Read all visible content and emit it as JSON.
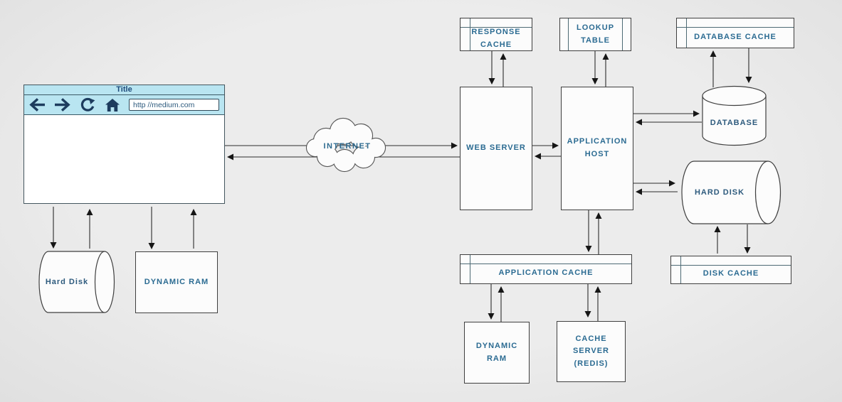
{
  "colors": {
    "background": "#e9e9e9",
    "node_fill": "#fcfcfc",
    "node_border": "#3f3f3f",
    "label_text": "#2b6b92",
    "browser_header": "#b9e5f1",
    "browser_icon": "#1d3c5e",
    "connector": "#2b2b2b"
  },
  "browser": {
    "title": "Title",
    "url": "http //medium.com",
    "icons": [
      "back-arrow-icon",
      "forward-arrow-icon",
      "refresh-icon",
      "home-icon"
    ]
  },
  "nodes": {
    "hard_disk_left": "Hard Disk",
    "dynamic_ram_left": "DYNAMIC RAM",
    "internet": "INTERNET",
    "web_server": "WEB SERVER",
    "response_cache": "RESPONSE CACHE",
    "lookup_table": "LOOKUP TABLE",
    "application_host": "APPLICATION HOST",
    "database_cache": "DATABASE CACHE",
    "database": "DATABASE",
    "hard_disk_right": "HARD DISK",
    "disk_cache": "DISK CACHE",
    "application_cache": "APPLICATION CACHE",
    "dynamic_ram_bottom": "DYNAMIC RAM",
    "cache_server_redis": "CACHE SERVER (REDIS)"
  }
}
